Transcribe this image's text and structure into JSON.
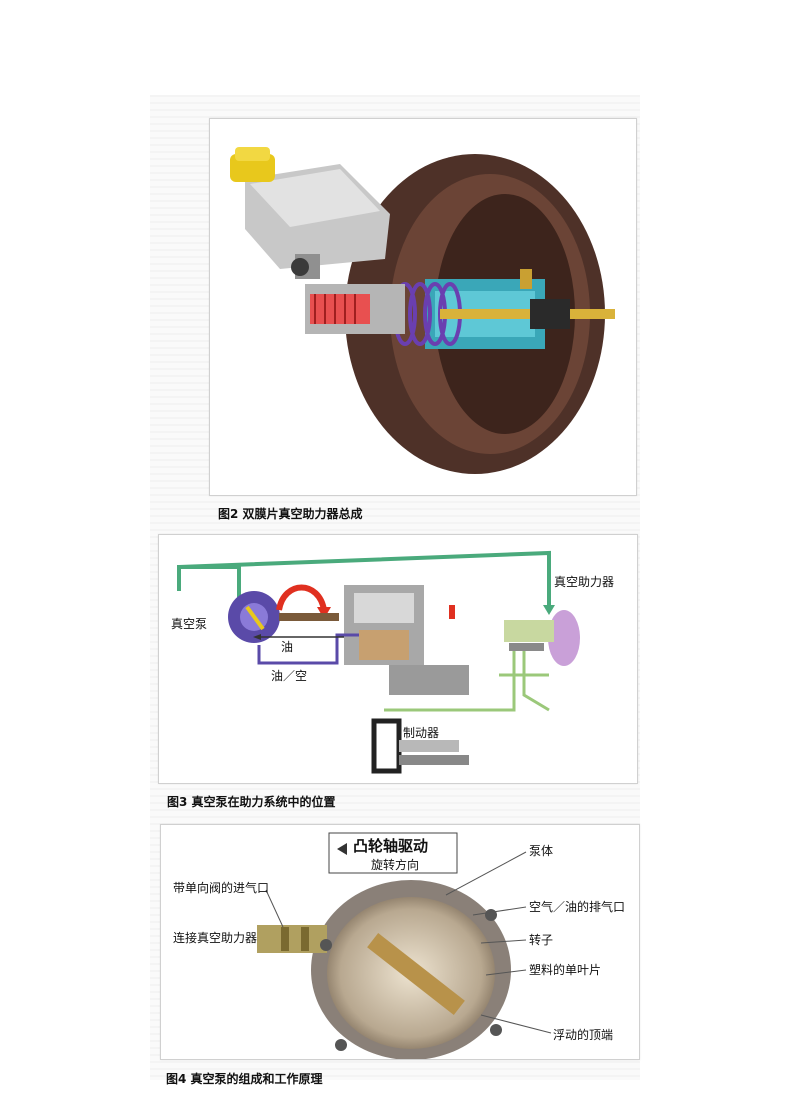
{
  "fig2": {
    "caption": "图2  双膜片真空助力器总成"
  },
  "fig3": {
    "caption": "图3  真空泵在助力系统中的位置",
    "labels": {
      "vacuum_pump": "真空泵",
      "booster": "真空助力器",
      "oil": "油",
      "oil_air": "油／空",
      "brake": "制动器"
    }
  },
  "fig4": {
    "caption": "图4  真空泵的组成和工作原理",
    "drive_box": {
      "title": "凸轮轴驱动",
      "subtitle": "旋转方向"
    },
    "labels": {
      "inlet": "带单向阀的进气口",
      "connect": "连接真空助力器",
      "body": "泵体",
      "exhaust": "空气／油的排气口",
      "rotor": "转子",
      "vane": "塑料的单叶片",
      "tip": "浮动的顶端"
    }
  },
  "colors": {
    "booster_body": "#5a3a2e",
    "accent_green": "#4aaa7c",
    "pump_purple": "#5a4aa8",
    "reservoir_yellow": "#e8c81c"
  }
}
